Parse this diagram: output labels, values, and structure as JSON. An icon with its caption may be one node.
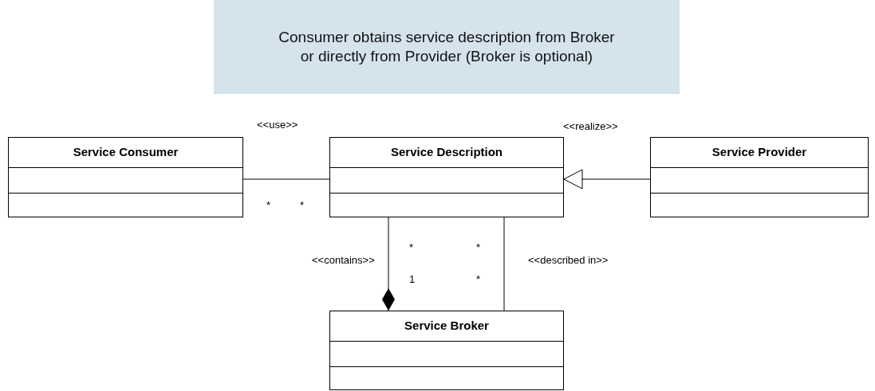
{
  "diagram": {
    "nodes": [
      {
        "text": [
          "Consumer obtains service description from Broker or directly from Provider (Broker is optional)"
        ]
      },
      {
        "text": [
          "Service Consumer"
        ]
      },
      {
        "text": [
          "Service Description"
        ]
      },
      {
        "text": [
          "Service Provider"
        ]
      },
      {
        "text": [
          "Service Broker"
        ]
      }
    ],
    "edges": [
      {
        "from": 1,
        "to": 2,
        "arrow": "none",
        "label": "<<use>>"
      },
      {
        "from": 3,
        "to": 2,
        "arrow": "to",
        "label": "<<realize>>"
      },
      {
        "from": 2,
        "to": 4,
        "arrow": "other",
        "label": "<<contains>>"
      },
      {
        "from": 2,
        "to": 4,
        "arrow": "none",
        "label": "<<described in>>"
      }
    ],
    "labels": [
      "*",
      "*",
      "*",
      "*",
      "1",
      "*"
    ]
  }
}
